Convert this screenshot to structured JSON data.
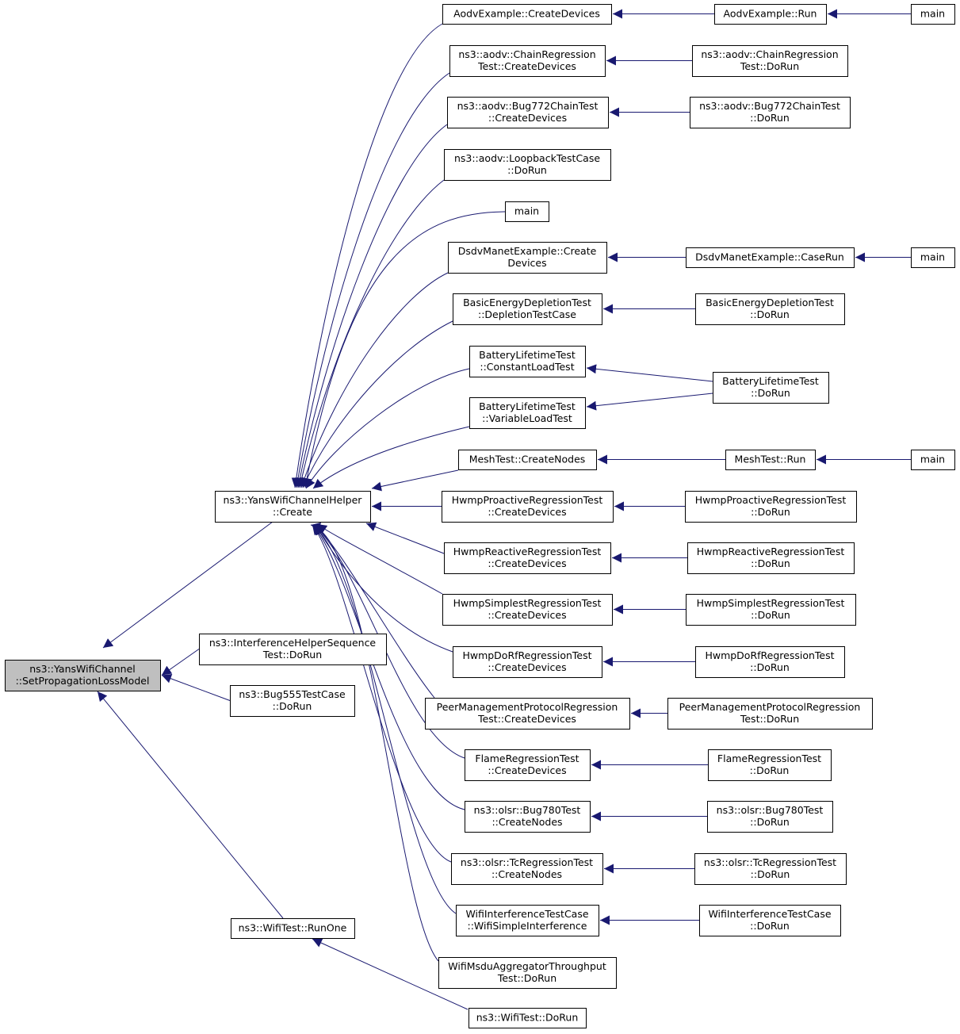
{
  "graph": {
    "colors": {
      "edge": "#191970",
      "node_border": "#000000",
      "node_fill": "#ffffff",
      "root_fill": "#bfbfbf",
      "text": "#000000"
    },
    "nodes": [
      {
        "id": "root",
        "lines": [
          "ns3::YansWifiChannel",
          "::SetPropagationLossModel"
        ],
        "highlight": true
      },
      {
        "id": "yanshelper",
        "lines": [
          "ns3::YansWifiChannelHelper",
          "::Create"
        ]
      },
      {
        "id": "interference",
        "lines": [
          "ns3::InterferenceHelperSequence",
          "Test::DoRun"
        ]
      },
      {
        "id": "bug555",
        "lines": [
          "ns3::Bug555TestCase",
          "::DoRun"
        ]
      },
      {
        "id": "wifitest-runone",
        "lines": [
          "ns3::WifiTest::RunOne"
        ]
      },
      {
        "id": "aodvex-create",
        "lines": [
          "AodvExample::CreateDevices"
        ]
      },
      {
        "id": "chain-create",
        "lines": [
          "ns3::aodv::ChainRegression",
          "Test::CreateDevices"
        ]
      },
      {
        "id": "bug772-create",
        "lines": [
          "ns3::aodv::Bug772ChainTest",
          "::CreateDevices"
        ]
      },
      {
        "id": "loopback",
        "lines": [
          "ns3::aodv::LoopbackTestCase",
          "::DoRun"
        ]
      },
      {
        "id": "main-a",
        "lines": [
          "main"
        ]
      },
      {
        "id": "dsdv-create",
        "lines": [
          "DsdvManetExample::Create",
          "Devices"
        ]
      },
      {
        "id": "energy-depl",
        "lines": [
          "BasicEnergyDepletionTest",
          "::DepletionTestCase"
        ]
      },
      {
        "id": "battery-const",
        "lines": [
          "BatteryLifetimeTest",
          "::ConstantLoadTest"
        ]
      },
      {
        "id": "battery-var",
        "lines": [
          "BatteryLifetimeTest",
          "::VariableLoadTest"
        ]
      },
      {
        "id": "mesh-create",
        "lines": [
          "MeshTest::CreateNodes"
        ]
      },
      {
        "id": "hwmp-pro-create",
        "lines": [
          "HwmpProactiveRegressionTest",
          "::CreateDevices"
        ]
      },
      {
        "id": "hwmp-rea-create",
        "lines": [
          "HwmpReactiveRegressionTest",
          "::CreateDevices"
        ]
      },
      {
        "id": "hwmp-sim-create",
        "lines": [
          "HwmpSimplestRegressionTest",
          "::CreateDevices"
        ]
      },
      {
        "id": "hwmp-dorf-create",
        "lines": [
          "HwmpDoRfRegressionTest",
          "::CreateDevices"
        ]
      },
      {
        "id": "peer-create",
        "lines": [
          "PeerManagementProtocolRegression",
          "Test::CreateDevices"
        ]
      },
      {
        "id": "flame-create",
        "lines": [
          "FlameRegressionTest",
          "::CreateDevices"
        ]
      },
      {
        "id": "olsr780-create",
        "lines": [
          "ns3::olsr::Bug780Test",
          "::CreateNodes"
        ]
      },
      {
        "id": "olsrtc-create",
        "lines": [
          "ns3::olsr::TcRegressionTest",
          "::CreateNodes"
        ]
      },
      {
        "id": "wifiint-simple",
        "lines": [
          "WifiInterferenceTestCase",
          "::WifiSimpleInterference"
        ]
      },
      {
        "id": "msdu-dorun",
        "lines": [
          "WifiMsduAggregatorThroughput",
          "Test::DoRun"
        ]
      },
      {
        "id": "wifitest-dorun",
        "lines": [
          "ns3::WifiTest::DoRun"
        ]
      },
      {
        "id": "aodvex-run",
        "lines": [
          "AodvExample::Run"
        ]
      },
      {
        "id": "chain-dorun",
        "lines": [
          "ns3::aodv::ChainRegression",
          "Test::DoRun"
        ]
      },
      {
        "id": "bug772-dorun",
        "lines": [
          "ns3::aodv::Bug772ChainTest",
          "::DoRun"
        ]
      },
      {
        "id": "dsdv-caserun",
        "lines": [
          "DsdvManetExample::CaseRun"
        ]
      },
      {
        "id": "energy-dorun",
        "lines": [
          "BasicEnergyDepletionTest",
          "::DoRun"
        ]
      },
      {
        "id": "battery-dorun",
        "lines": [
          "BatteryLifetimeTest",
          "::DoRun"
        ]
      },
      {
        "id": "mesh-run",
        "lines": [
          "MeshTest::Run"
        ]
      },
      {
        "id": "hwmp-pro-dorun",
        "lines": [
          "HwmpProactiveRegressionTest",
          "::DoRun"
        ]
      },
      {
        "id": "hwmp-rea-dorun",
        "lines": [
          "HwmpReactiveRegressionTest",
          "::DoRun"
        ]
      },
      {
        "id": "hwmp-sim-dorun",
        "lines": [
          "HwmpSimplestRegressionTest",
          "::DoRun"
        ]
      },
      {
        "id": "hwmp-dorf-dorun",
        "lines": [
          "HwmpDoRfRegressionTest",
          "::DoRun"
        ]
      },
      {
        "id": "peer-dorun",
        "lines": [
          "PeerManagementProtocolRegression",
          "Test::DoRun"
        ]
      },
      {
        "id": "flame-dorun",
        "lines": [
          "FlameRegressionTest",
          "::DoRun"
        ]
      },
      {
        "id": "olsr780-dorun",
        "lines": [
          "ns3::olsr::Bug780Test",
          "::DoRun"
        ]
      },
      {
        "id": "olsrtc-dorun",
        "lines": [
          "ns3::olsr::TcRegressionTest",
          "::DoRun"
        ]
      },
      {
        "id": "wifiint-dorun",
        "lines": [
          "WifiInterferenceTestCase",
          "::DoRun"
        ]
      },
      {
        "id": "main-b",
        "lines": [
          "main"
        ]
      },
      {
        "id": "main-c",
        "lines": [
          "main"
        ]
      },
      {
        "id": "main-d",
        "lines": [
          "main"
        ]
      }
    ],
    "edges": [
      {
        "from": "yanshelper",
        "to": "root"
      },
      {
        "from": "interference",
        "to": "root"
      },
      {
        "from": "bug555",
        "to": "root"
      },
      {
        "from": "wifitest-runone",
        "to": "root"
      },
      {
        "from": "aodvex-create",
        "to": "yanshelper"
      },
      {
        "from": "chain-create",
        "to": "yanshelper"
      },
      {
        "from": "bug772-create",
        "to": "yanshelper"
      },
      {
        "from": "loopback",
        "to": "yanshelper"
      },
      {
        "from": "main-a",
        "to": "yanshelper"
      },
      {
        "from": "dsdv-create",
        "to": "yanshelper"
      },
      {
        "from": "energy-depl",
        "to": "yanshelper"
      },
      {
        "from": "battery-const",
        "to": "yanshelper"
      },
      {
        "from": "battery-var",
        "to": "yanshelper"
      },
      {
        "from": "mesh-create",
        "to": "yanshelper"
      },
      {
        "from": "hwmp-pro-create",
        "to": "yanshelper"
      },
      {
        "from": "hwmp-rea-create",
        "to": "yanshelper"
      },
      {
        "from": "hwmp-sim-create",
        "to": "yanshelper"
      },
      {
        "from": "hwmp-dorf-create",
        "to": "yanshelper"
      },
      {
        "from": "peer-create",
        "to": "yanshelper"
      },
      {
        "from": "flame-create",
        "to": "yanshelper"
      },
      {
        "from": "olsr780-create",
        "to": "yanshelper"
      },
      {
        "from": "olsrtc-create",
        "to": "yanshelper"
      },
      {
        "from": "wifiint-simple",
        "to": "yanshelper"
      },
      {
        "from": "msdu-dorun",
        "to": "yanshelper"
      },
      {
        "from": "wifitest-dorun",
        "to": "wifitest-runone"
      },
      {
        "from": "aodvex-run",
        "to": "aodvex-create"
      },
      {
        "from": "main-b",
        "to": "aodvex-run"
      },
      {
        "from": "chain-dorun",
        "to": "chain-create"
      },
      {
        "from": "bug772-dorun",
        "to": "bug772-create"
      },
      {
        "from": "dsdv-caserun",
        "to": "dsdv-create"
      },
      {
        "from": "main-c",
        "to": "dsdv-caserun"
      },
      {
        "from": "energy-dorun",
        "to": "energy-depl"
      },
      {
        "from": "battery-dorun",
        "to": "battery-const"
      },
      {
        "from": "battery-dorun",
        "to": "battery-var"
      },
      {
        "from": "mesh-run",
        "to": "mesh-create"
      },
      {
        "from": "main-d",
        "to": "mesh-run"
      },
      {
        "from": "hwmp-pro-dorun",
        "to": "hwmp-pro-create"
      },
      {
        "from": "hwmp-rea-dorun",
        "to": "hwmp-rea-create"
      },
      {
        "from": "hwmp-sim-dorun",
        "to": "hwmp-sim-create"
      },
      {
        "from": "hwmp-dorf-dorun",
        "to": "hwmp-dorf-create"
      },
      {
        "from": "peer-dorun",
        "to": "peer-create"
      },
      {
        "from": "flame-dorun",
        "to": "flame-create"
      },
      {
        "from": "olsr780-dorun",
        "to": "olsr780-create"
      },
      {
        "from": "olsrtc-dorun",
        "to": "olsrtc-create"
      },
      {
        "from": "wifiint-dorun",
        "to": "wifiint-simple"
      }
    ]
  }
}
